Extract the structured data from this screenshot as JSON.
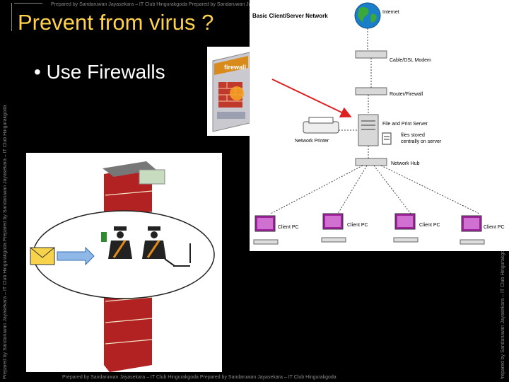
{
  "slide": {
    "title": "Prevent from virus ?",
    "bullet": "• Use Firewalls"
  },
  "watermark": {
    "top": "Prepared by Sandaruwan Jayasekara – IT Club Hingurakgoda Prepared by Sandaruwan Jayasekara – IT Club Hingurakgoda",
    "bottom": "Prepared by Sandaruwan Jayasekara – IT Club Hingurakgoda Prepared by Sandaruwan Jayasekara – IT Club Hingurakgoda",
    "left": "Prepared by Sandaruwan Jayasekara – IT Club Hingurakgoda Prepared by Sandaruwan Jayasekara – IT Club Hingurakgoda",
    "right": "Prepared by Sandaruwan Jayasekara – IT Club Hingurakgoda"
  },
  "network": {
    "title": "Basic Client/Server Network",
    "internet": "Internet",
    "modem": "Cable/DSL Modem",
    "router": "Router/Firewall",
    "server": "File and Print Server",
    "files_note_1": "files stored",
    "files_note_2": "centrally on server",
    "printer": "Network Printer",
    "hub": "Network Hub",
    "clients": [
      "Client PC",
      "Client PC",
      "Client PC",
      "Client PC"
    ]
  },
  "product_box": {
    "brand": "firewall"
  },
  "colors": {
    "title": "#ffd24d",
    "brick": "#b22222",
    "arrow": "#e02020",
    "monitor": "#a020a0"
  }
}
